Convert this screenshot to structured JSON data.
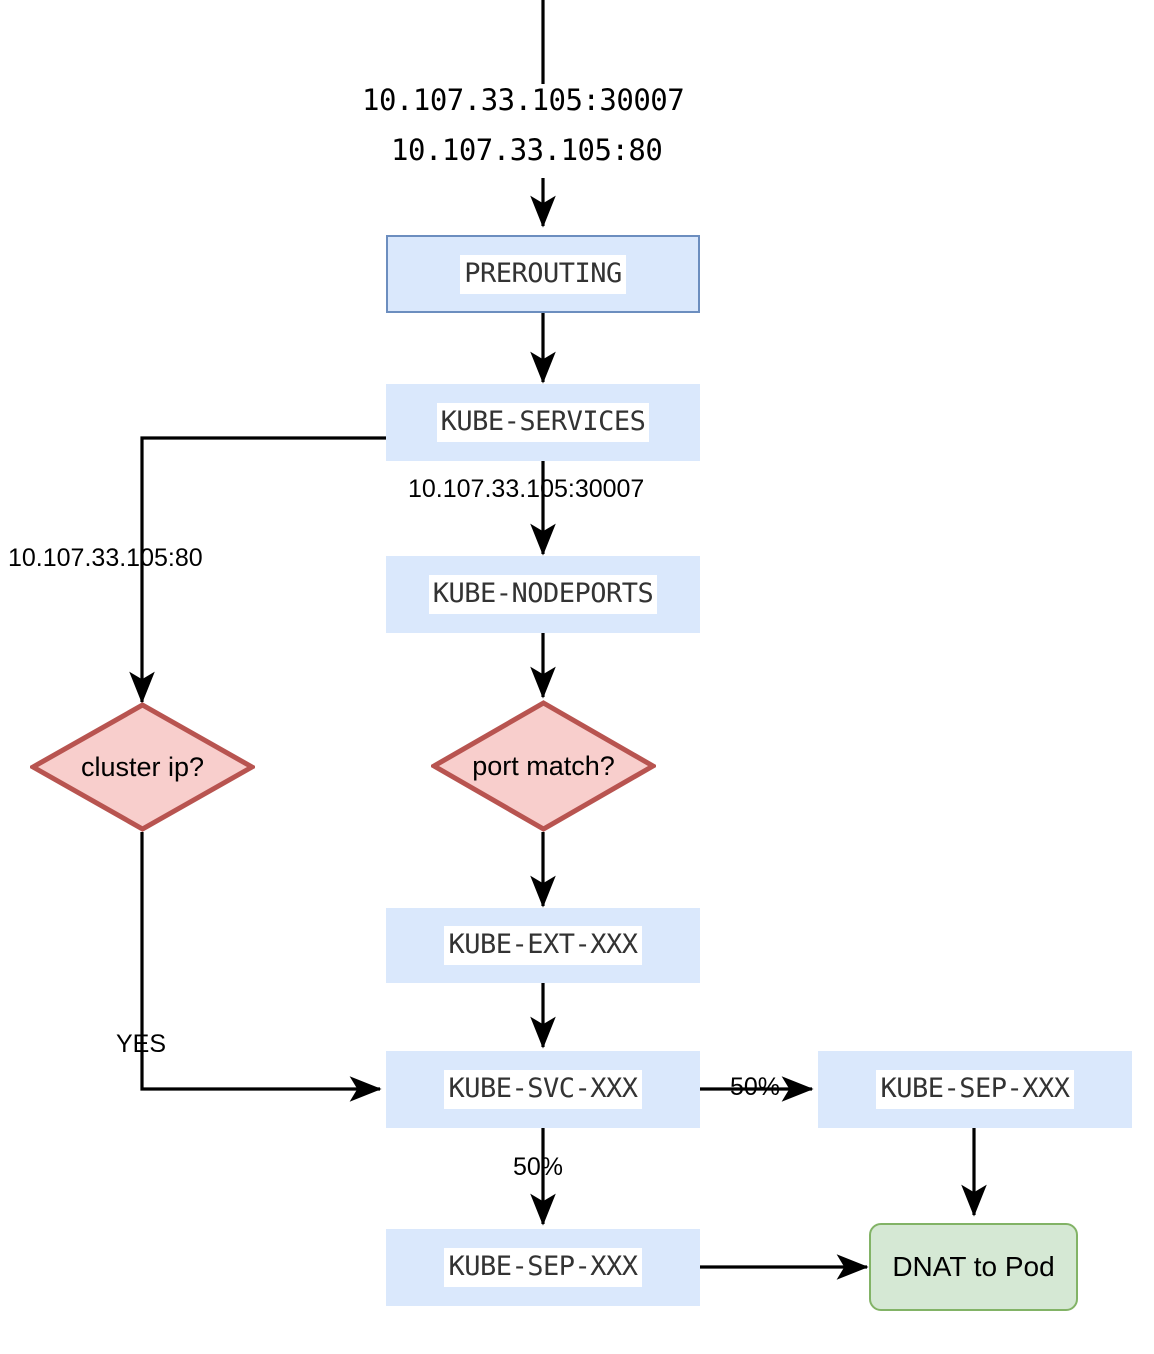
{
  "diagram": {
    "title": "kube-proxy iptables NodePort and ClusterIP packet flow",
    "colors": {
      "chain_fill": "#dae8fc",
      "chain_stroke": "#6c8ebf",
      "decision_fill": "#f8cecc",
      "decision_stroke": "#b85450",
      "terminal_fill": "#d5e8d4",
      "terminal_stroke": "#82b366",
      "edge_stroke": "#000000",
      "label_text": "#333333"
    },
    "entry_labels": {
      "nodeport_endpoint": "10.107.33.105:30007",
      "clusterip_endpoint": "10.107.33.105:80"
    },
    "nodes": {
      "prerouting": "PREROUTING",
      "kube_services": "KUBE-SERVICES",
      "kube_nodeports": "KUBE-NODEPORTS",
      "kube_ext": "KUBE-EXT-XXX",
      "kube_svc": "KUBE-SVC-XXX",
      "kube_sep_right": "KUBE-SEP-XXX",
      "kube_sep_bottom": "KUBE-SEP-XXX",
      "dnat_to_pod": "DNAT to Pod"
    },
    "decisions": {
      "cluster_ip": "cluster ip?",
      "port_match": "port match?"
    },
    "edge_labels": {
      "services_to_nodeports": "10.107.33.105:30007",
      "services_to_clusterip": "10.107.33.105:80",
      "clusterip_yes": "YES",
      "svc_to_sep_right": "50%",
      "svc_to_sep_bottom": "50%"
    }
  }
}
